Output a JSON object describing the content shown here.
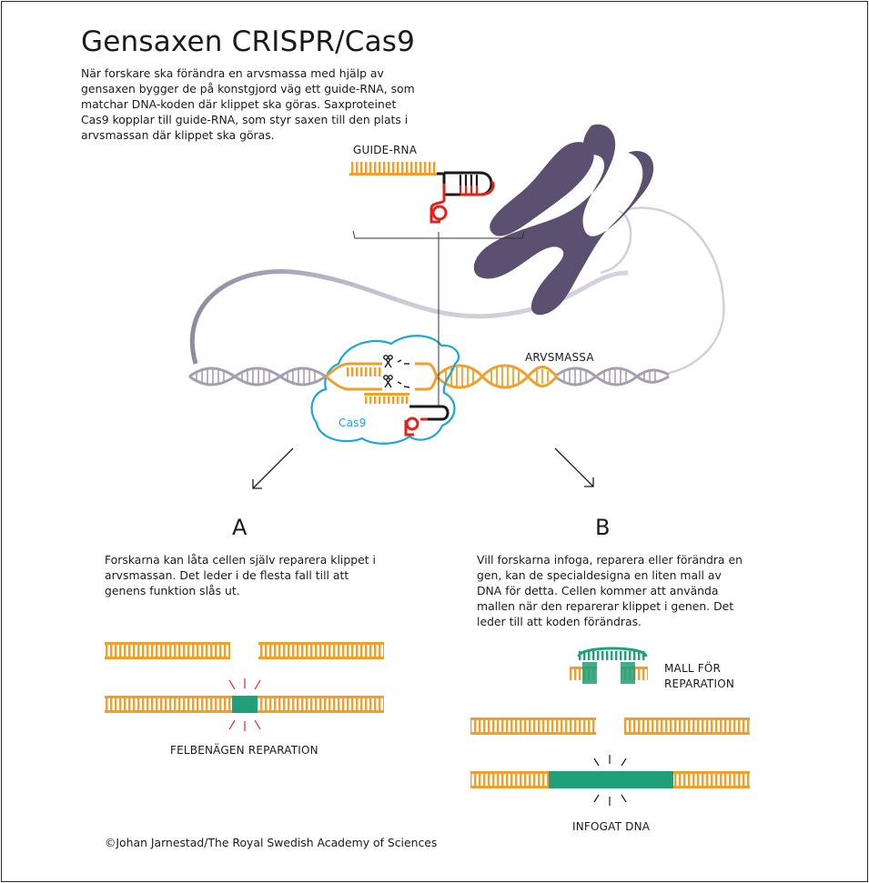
{
  "title": "Gensaxen CRISPR/Cas9",
  "intro": "När forskare ska förändra en arvsmassa med hjälp av gensaxen bygger de på konstgjord väg ett guide-RNA, som matchar DNA-koden där klippet ska göras. Saxproteinet Cas9 kopplar till guide-RNA, som styr saxen till den plats i arvsmassan där klippet ska göras.",
  "labels": {
    "guide_rna": "GUIDE-RNA",
    "arvsmassa": "ARVSMASSA",
    "cas9": "Cas9",
    "felbenagen": "FELBENÄGEN REPARATION",
    "mall_line1": "MALL FÖR",
    "mall_line2": "REPARATION",
    "infogat": "INFOGAT DNA"
  },
  "panel_a": {
    "letter": "A",
    "text": "Forskarna kan låta cellen själv reparera klippet i arvsmassan. Det leder i de flesta fall till att genens funktion slås ut."
  },
  "panel_b": {
    "letter": "B",
    "text": "Vill forskarna infoga, reparera eller förändra en gen, kan de specialdesigna en liten mall av DNA för detta. Cellen kommer att använda mallen när den reparerar klippet i genen. Det leder till att koden förändras."
  },
  "credit": "©Johan Jarnestad/The Royal Swedish Academy of Sciences",
  "colors": {
    "orange": "#f0a02a",
    "red": "#e2231a",
    "black": "#1a1a1a",
    "green": "#1fa078",
    "cyan": "#1aa6d6",
    "chromosome": "#5b5070",
    "gray_dna": "#a49fb1"
  }
}
